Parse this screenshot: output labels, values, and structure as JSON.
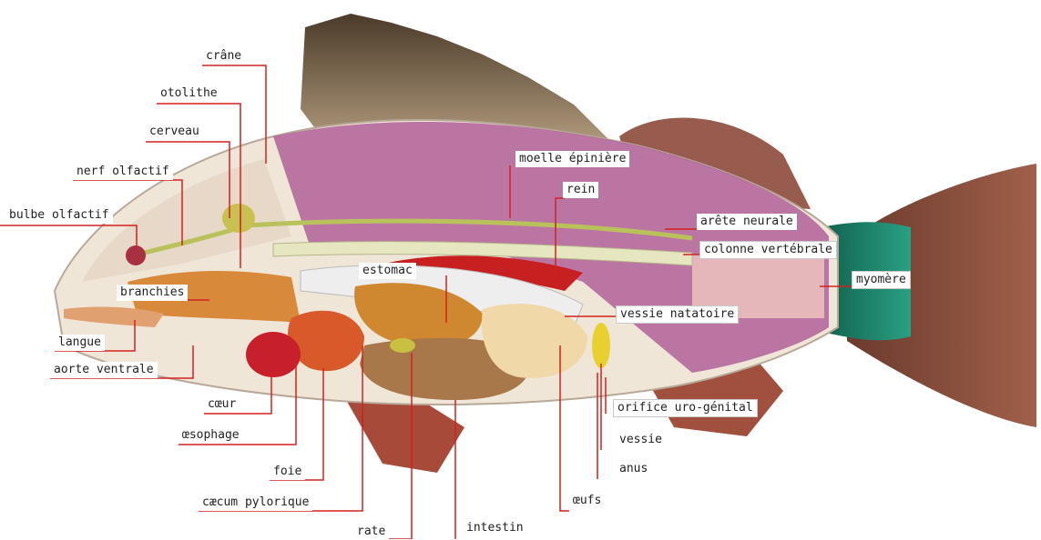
{
  "labels": {
    "crane": "crâne",
    "otolithe": "otolithe",
    "cerveau": "cerveau",
    "nerf_olfactif": "nerf olfactif",
    "bulbe_olfactif": "bulbe olfactif",
    "branchies": "branchies",
    "langue": "langue",
    "aorte_ventrale": "aorte ventrale",
    "coeur": "cœur",
    "oesophage": "œsophage",
    "foie": "foie",
    "caecum_pylorique": "cæcum pylorique",
    "rate": "rate",
    "intestin": "intestin",
    "oeufs": "œufs",
    "anus": "anus",
    "vessie": "vessie",
    "orifice_uro_genital": "orifice uro-génital",
    "vessie_natatoire": "vessie natatoire",
    "estomac": "estomac",
    "rein": "rein",
    "moelle_epiniere": "moelle épinière",
    "arete_neurale": "arête neurale",
    "colonne_vertebrale": "colonne vertébrale",
    "myomere": "myomère"
  },
  "colors": {
    "leader_line": "#d42020",
    "muscle": "#b0609a",
    "tail_fin": "#8c4a3a",
    "tail_base": "#1f8a6e",
    "spine": "#e6e6c0",
    "nerve": "#b9c25a"
  }
}
